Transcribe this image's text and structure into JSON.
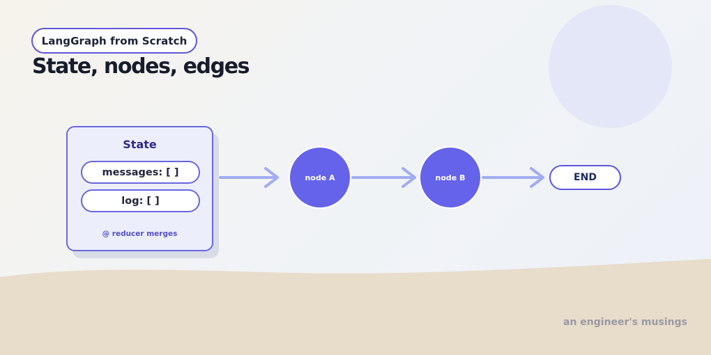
{
  "header": {
    "series_label": "LangGraph from Scratch",
    "title": "State, nodes, edges"
  },
  "state": {
    "title": "State",
    "fields": [
      "messages: [ ]",
      "log: [ ]"
    ],
    "note": "@ reducer merges"
  },
  "nodes": [
    {
      "label": "node A"
    },
    {
      "label": "node B"
    }
  ],
  "end_label": "END",
  "footer": "an engineer's musings",
  "colors": {
    "accent": "#6563ea",
    "border": "#5b56d9",
    "edge": "#a2acf3",
    "sand": "#e8dccb",
    "decor_circle": "#e4e7f7"
  }
}
